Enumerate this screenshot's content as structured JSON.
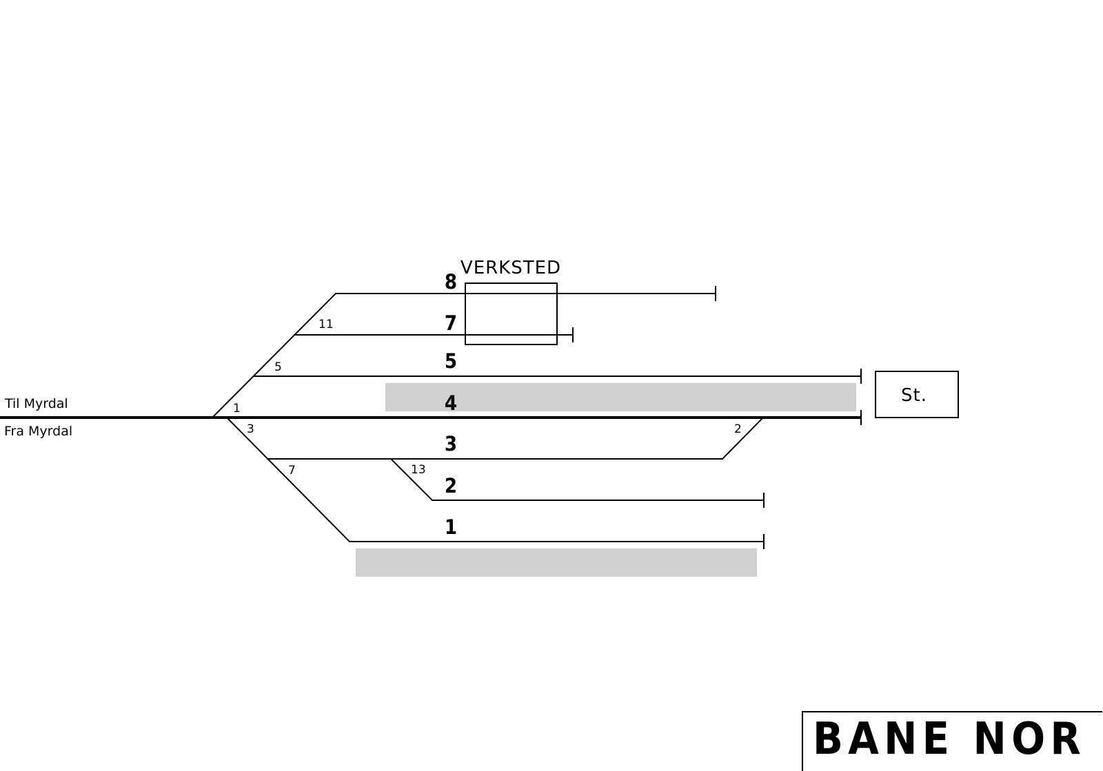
{
  "directions": {
    "to": "Til Myrdal",
    "from": "Fra Myrdal"
  },
  "building": {
    "label": "VERKSTED"
  },
  "station": {
    "label": "St."
  },
  "tracks": [
    "8",
    "7",
    "5",
    "4",
    "3",
    "2",
    "1"
  ],
  "switches": [
    "11",
    "5",
    "1",
    "3",
    "2",
    "7",
    "13"
  ],
  "logo": {
    "text": "BANE NOR"
  },
  "colors": {
    "platform": "#d0d0d0",
    "lines": "#000000"
  }
}
